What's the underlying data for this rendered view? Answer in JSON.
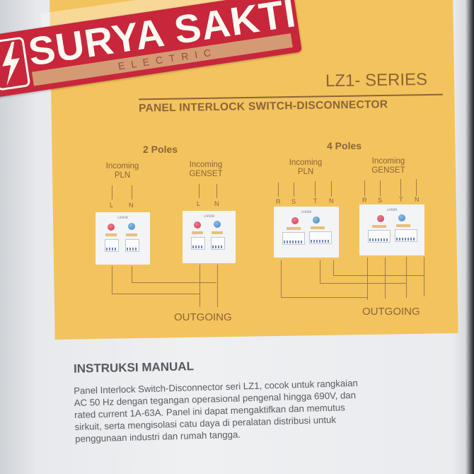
{
  "brand": {
    "name": "SURYA SAKTI",
    "subtitle": "ELECTRIC",
    "icon": "lightning-bolt-icon",
    "colors": {
      "red": "#c8263b",
      "band": "#d39a74",
      "text": "#fffaf2"
    }
  },
  "header": {
    "series": "LZ1- SERIES",
    "title": "PANEL INTERLOCK SWITCH-DISCONNECTOR"
  },
  "diagram": {
    "background": "#f3c35e",
    "line_color": "#8c6438",
    "groups": [
      {
        "title": "2 Poles",
        "incoming": [
          {
            "label_line1": "Incoming",
            "label_line2": "PLN",
            "phases": [
              "L",
              "N"
            ]
          },
          {
            "label_line1": "Incoming",
            "label_line2": "GENSET",
            "phases": [
              "L",
              "N"
            ]
          }
        ],
        "outgoing_label": "OUTGOING"
      },
      {
        "title": "4 Poles",
        "incoming": [
          {
            "label_line1": "Incoming",
            "label_line2": "PLN",
            "phases": [
              "R",
              "S",
              "T",
              "N"
            ]
          },
          {
            "label_line1": "Incoming",
            "label_line2": "GENSET",
            "phases": [
              "R",
              "S",
              "T",
              "N"
            ]
          }
        ],
        "outgoing_label": "OUTGOING"
      }
    ],
    "device": {
      "brand": "LARKIN",
      "lamp_colors": [
        "#d9475f",
        "#4f8fcf"
      ]
    }
  },
  "manual": {
    "title": "INSTRUKSI MANUAL",
    "lines": [
      "Panel Interlock Switch-Disconnector seri LZ1, cocok untuk rangkaian",
      "AC 50 Hz dengan tegangan operasional pengenal hingga 690V, dan",
      "rated current 1A-63A. Panel ini dapat mengaktifkan dan memutus",
      "sirkuit, serta mengisolasi catu daya di peralatan distribusi untuk",
      "penggunaan industri dan rumah tangga."
    ]
  }
}
